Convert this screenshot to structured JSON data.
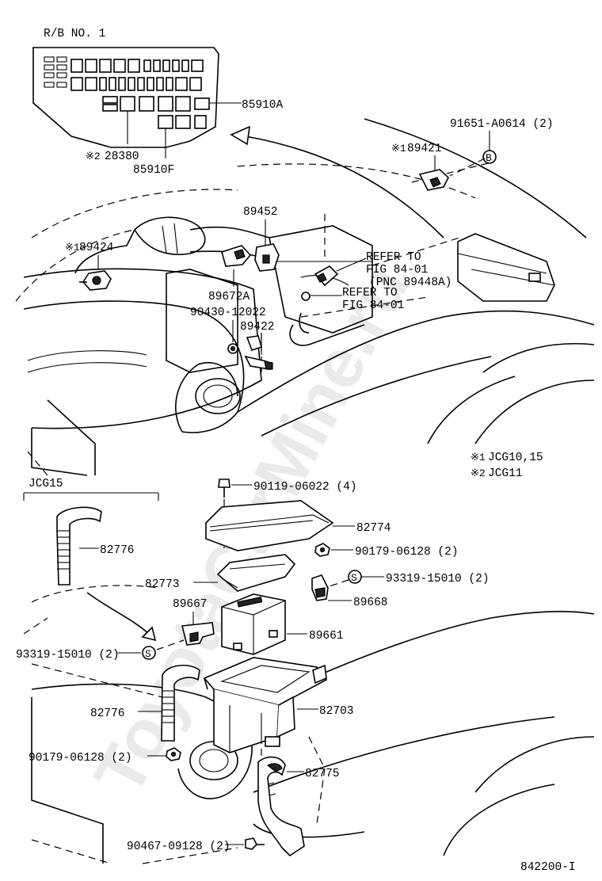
{
  "relay_block": {
    "title": "R/B NO. 1"
  },
  "parts": {
    "p85910A": "85910A",
    "p28380": "28380",
    "p85910F": "85910F",
    "p91651": "91651-A0614 (2)",
    "p89421": "89421",
    "p89424": "89424",
    "p89452": "89452",
    "p89672A": "89672A",
    "p90430": "90430-12022",
    "p89422": "89422",
    "p90119": "90119-06022 (4)",
    "p82774": "82774",
    "p90179a": "90179-06128 (2)",
    "p82773": "82773",
    "p93319a": "93319-15010 (2)",
    "p89667": "89667",
    "p89668": "89668",
    "p89661": "89661",
    "p82776a": "82776",
    "p82776b": "82776",
    "p93319b": "93319-15010 (2)",
    "p82703": "82703",
    "p90179b": "90179-06128 (2)",
    "p82775": "82775",
    "p90467": "90467-09128 (2)"
  },
  "marks": {
    "m1": "※1",
    "m2": "※2"
  },
  "refs": {
    "r1_line1": "REFER TO",
    "r1_line2": "FIG 84-01",
    "r1_line3": "(PNC 89448A)",
    "r2_line1": "REFER TO",
    "r2_line2": "FIG 84-01"
  },
  "legend": {
    "l1_mark": "※1",
    "l1_text": "JCG10,15",
    "l2_mark": "※2",
    "l2_text": "JCG11"
  },
  "inset": {
    "title": "JCG15"
  },
  "symbols": {
    "b": "B",
    "s": "S"
  },
  "footer": {
    "code": "842200-I"
  },
  "watermark": {
    "text": "ToyotaCarMine.ru"
  }
}
